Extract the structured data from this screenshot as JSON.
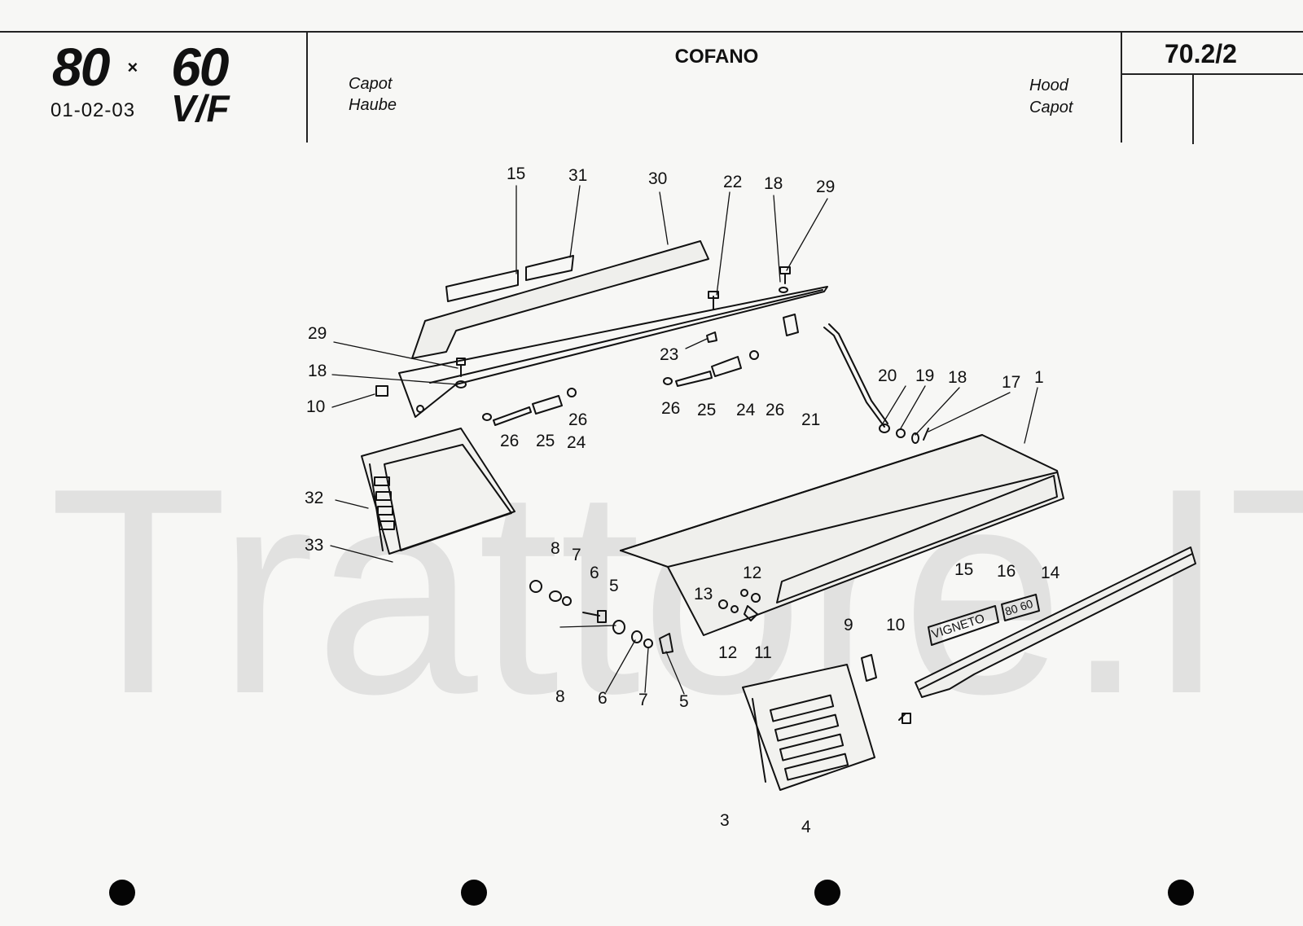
{
  "header": {
    "logo": {
      "line1_a": "80",
      "line1_b": "60",
      "line2": "V/F"
    },
    "model_code": "01-02-03",
    "title": "COFANO",
    "lang_left": [
      "Capot",
      "Haube"
    ],
    "lang_right": [
      "Hood",
      "Capot"
    ],
    "page_code": "70.2/2"
  },
  "parts_labels": {
    "badge_vigneto": "VIGNETO",
    "badge_model": "80 60"
  },
  "watermark": {
    "text": "Trattore.IT"
  },
  "callouts": [
    "15",
    "31",
    "30",
    "22",
    "18",
    "29",
    "29",
    "18",
    "10",
    "23",
    "26",
    "25",
    "24",
    "26",
    "21",
    "26",
    "25",
    "24",
    "26",
    "20",
    "19",
    "18",
    "17",
    "1",
    "32",
    "33",
    "8",
    "7",
    "6",
    "5",
    "13",
    "12",
    "12",
    "11",
    "15",
    "16",
    "14",
    "9",
    "10",
    "8",
    "6",
    "7",
    "5",
    "3",
    "4"
  ],
  "colors": {
    "ink": "#111111",
    "paper": "#f7f7f5",
    "watermark": "#d0d0d0"
  }
}
